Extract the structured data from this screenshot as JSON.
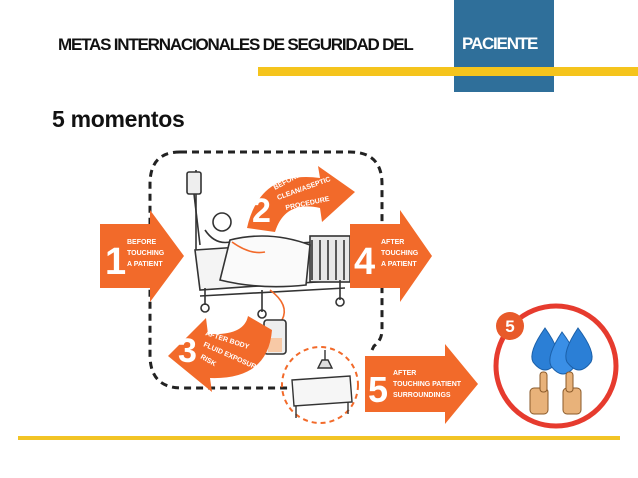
{
  "header": {
    "title_main": "METAS INTERNACIONALES DE SEGURIDAD DEL",
    "title_accent": "PACIENTE"
  },
  "subtitle": "5 momentos",
  "moments": [
    {
      "number": "1",
      "lines": [
        "BEFORE",
        "TOUCHING",
        "A PATIENT"
      ]
    },
    {
      "number": "2",
      "lines": [
        "BEFORE",
        "CLEAN/ASEPTIC",
        "PROCEDURE"
      ]
    },
    {
      "number": "3",
      "lines": [
        "AFTER BODY",
        "FLUID EXPOSURE",
        "RISK"
      ]
    },
    {
      "number": "4",
      "lines": [
        "AFTER",
        "TOUCHING",
        "A PATIENT"
      ]
    },
    {
      "number": "5",
      "lines": [
        "AFTER",
        "TOUCHING PATIENT",
        "SURROUNDINGS"
      ]
    }
  ],
  "badge": {
    "number": "5"
  },
  "colors": {
    "orange": "#f26a2a",
    "yellow": "#f5c41c",
    "blue_box": "#2f6f9a",
    "badge_red": "#e63b2e",
    "drop_blue": "#2b7fd6"
  }
}
